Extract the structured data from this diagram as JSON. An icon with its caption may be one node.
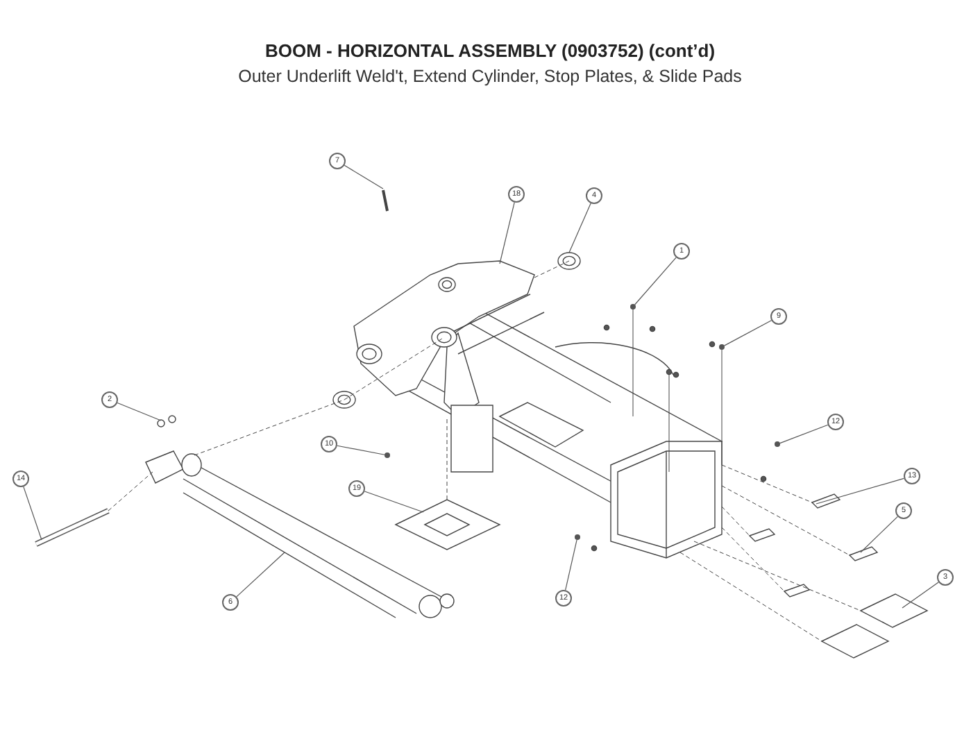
{
  "diagram": {
    "title": "BOOM - HORIZONTAL ASSEMBLY (0903752) (cont’d)",
    "caption": "Outer Underlift Weld't, Extend Cylinder, Stop Plates, & Slide Pads",
    "nodes": [
      {
        "text": [
          "7"
        ]
      },
      {
        "text": [
          "18"
        ]
      },
      {
        "text": [
          "4"
        ]
      },
      {
        "text": [
          "1"
        ]
      },
      {
        "text": [
          "9"
        ]
      },
      {
        "text": [
          "2"
        ]
      },
      {
        "text": [
          "12"
        ]
      },
      {
        "text": [
          "10"
        ]
      },
      {
        "text": [
          "13"
        ]
      },
      {
        "text": [
          "14"
        ]
      },
      {
        "text": [
          "19"
        ]
      },
      {
        "text": [
          "5"
        ]
      },
      {
        "text": [
          "3"
        ]
      },
      {
        "text": [
          "12"
        ]
      },
      {
        "text": [
          "6"
        ]
      },
      {
        "text": [],
        "shape": "circle"
      },
      {
        "text": [],
        "shape": "circle"
      },
      {
        "text": [],
        "shape": "circle"
      },
      {
        "text": [],
        "shape": "circle"
      },
      {
        "text": [],
        "shape": "circle"
      }
    ],
    "edges": [
      {
        "from": 0,
        "to": null,
        "arrow": "none"
      },
      {
        "from": 1,
        "to": null,
        "arrow": "none"
      },
      {
        "from": 2,
        "to": null,
        "arrow": "none"
      },
      {
        "from": 3,
        "to": 17,
        "arrow": "none"
      },
      {
        "from": 4,
        "to": 18,
        "arrow": "none"
      },
      {
        "from": 5,
        "to": null,
        "arrow": "none"
      },
      {
        "from": 6,
        "to": 19,
        "arrow": "none"
      },
      {
        "from": 7,
        "to": 15,
        "arrow": "none"
      },
      {
        "from": 8,
        "to": null,
        "arrow": "none"
      },
      {
        "from": 9,
        "to": null,
        "arrow": "none"
      },
      {
        "from": 10,
        "to": null,
        "arrow": "none"
      },
      {
        "from": 11,
        "to": null,
        "arrow": "none"
      },
      {
        "from": 12,
        "to": null,
        "arrow": "none"
      },
      {
        "from": 13,
        "to": 16,
        "arrow": "none"
      },
      {
        "from": 14,
        "to": null,
        "arrow": "none"
      }
    ]
  }
}
